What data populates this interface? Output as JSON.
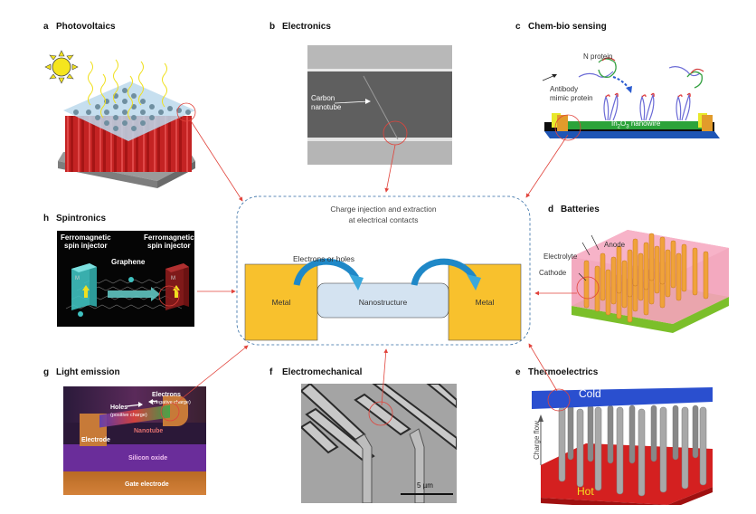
{
  "central": {
    "title_line1": "Charge injection and extraction",
    "title_line2": "at electrical contacts",
    "carrier_label": "Electrons or holes",
    "left_contact": "Metal",
    "nanostructure": "Nanostructure",
    "right_contact": "Metal",
    "colors": {
      "metal": "#f8c12d",
      "nanostructure": "#d4e3f1",
      "arrow": "#1f88c7",
      "dashed_border": "#2f6aa3",
      "connector": "#e1443c"
    }
  },
  "panels": {
    "a": {
      "letter": "a",
      "title": "Photovoltaics"
    },
    "b": {
      "letter": "b",
      "title": "Electronics",
      "annotation_line1": "Carbon",
      "annotation_line2": "nanotube"
    },
    "c": {
      "letter": "c",
      "title": "Chem-bio sensing",
      "n_protein": "N protein",
      "antibody_line1": "Antibody",
      "antibody_line2": "mimic protein",
      "nanowire_prefix": "In",
      "nanowire_sub1": "2",
      "nanowire_mid": "O",
      "nanowire_sub2": "3",
      "nanowire_suffix": " nanowire"
    },
    "d": {
      "letter": "d",
      "title": "Batteries",
      "anode": "Anode",
      "electrolyte": "Electrolyte",
      "cathode": "Cathode"
    },
    "e": {
      "letter": "e",
      "title": "Thermoelectrics",
      "cold": "Cold",
      "hot": "Hot",
      "charge_flow": "Charge flow"
    },
    "f": {
      "letter": "f",
      "title": "Electromechanical",
      "scale_bar": "5 µm"
    },
    "g": {
      "letter": "g",
      "title": "Light emission",
      "holes": "Holes",
      "holes_sub": "(positive charge)",
      "electrons": "Electrons",
      "electrons_sub": "(negative charge)",
      "nanotube": "Nanotube",
      "electrode": "Electrode",
      "silicon_oxide": "Silicon oxide",
      "gate_electrode": "Gate electrode"
    },
    "h": {
      "letter": "h",
      "title": "Spintronics",
      "injector_left_line1": "Ferromagnetic",
      "injector_left_line2": "spin injector",
      "injector_right_line1": "Ferromagnetic",
      "injector_right_line2": "spin injector",
      "graphene": "Graphene",
      "magnet_symbol": "M"
    }
  }
}
